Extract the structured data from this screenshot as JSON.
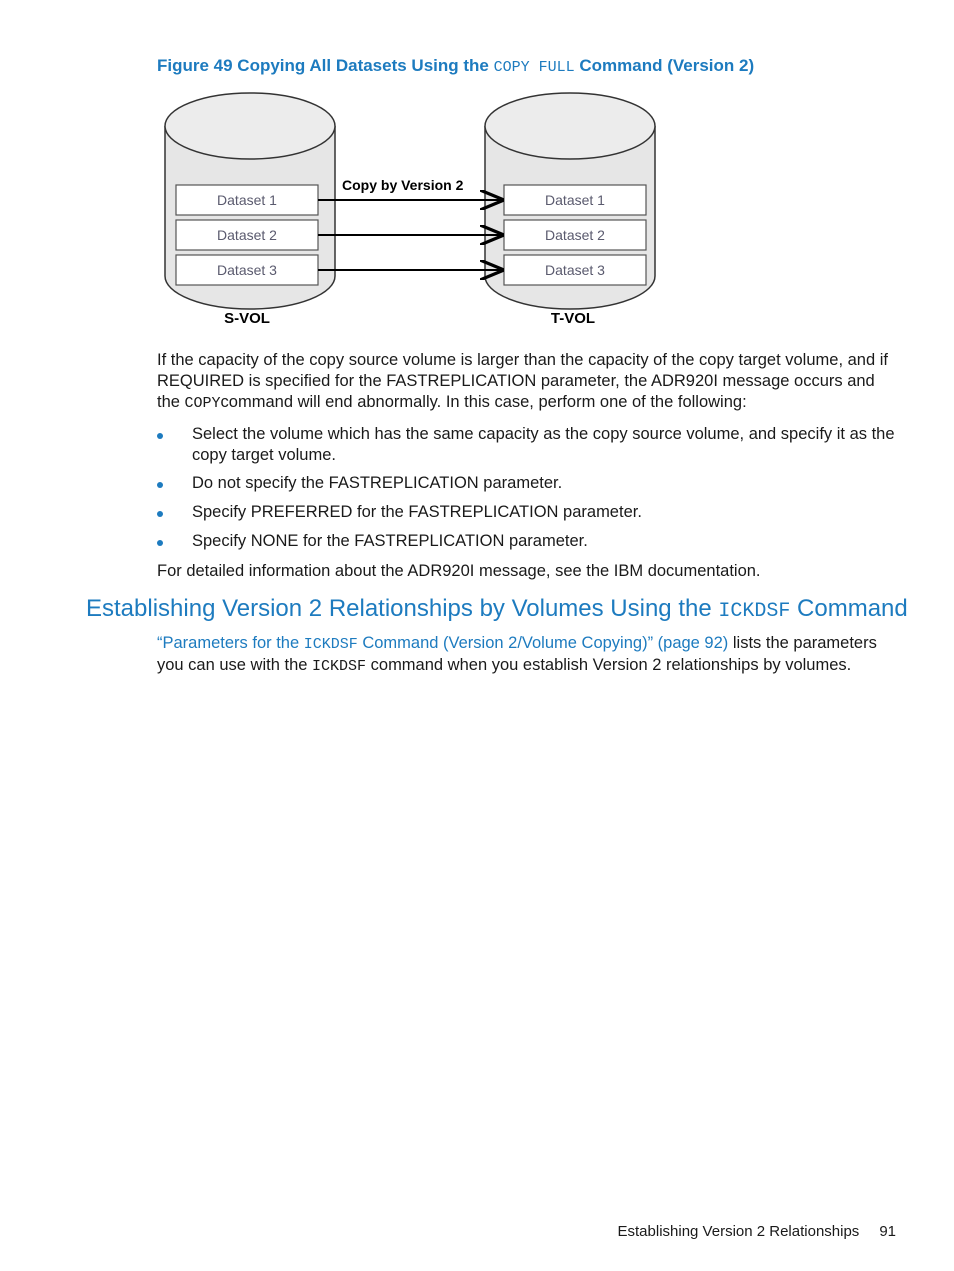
{
  "figure": {
    "label": "Figure 49 Copying All Datasets Using the",
    "command": "COPY FULL",
    "suffix": "Command (Version 2)",
    "diagram": {
      "arrow_label": "Copy by Version 2",
      "source_volume": "S-VOL",
      "target_volume": "T-VOL",
      "source_datasets": [
        "Dataset 1",
        "Dataset 2",
        "Dataset 3"
      ],
      "target_datasets": [
        "Dataset 1",
        "Dataset 2",
        "Dataset 3"
      ]
    }
  },
  "body": {
    "intro_part1": "If the capacity of the copy source volume is larger than the capacity of the copy target volume, and if REQUIRED is specified for the FASTREPLICATION parameter, the ADR920I message occurs and the",
    "intro_command": "COPY",
    "intro_part2": "command will end abnormally. In this case, perform one of the following:",
    "bullets": [
      "Select the volume which has the same capacity as the copy source volume, and specify it as the copy target volume.",
      "Do not specify the FASTREPLICATION parameter.",
      "Specify PREFERRED for the FASTREPLICATION parameter.",
      "Specify NONE for the FASTREPLICATION parameter."
    ],
    "detail": "For detailed information about the ADR920I message, see the IBM documentation."
  },
  "section": {
    "heading_part1": "Establishing Version 2 Relationships by Volumes Using the",
    "heading_command": "ICKDSF",
    "heading_part2": "Command",
    "xref_part1": "“Parameters for the",
    "xref_command": "ICKDSF",
    "xref_part2": "Command (Version 2/Volume Copying)” (page 92)",
    "text_part1": "lists the parameters you can use with the",
    "text_command": "ICKDSF",
    "text_part2": "command when you establish Version 2 relationships by volumes."
  },
  "footer": {
    "title": "Establishing Version 2 Relationships",
    "page_number": "91"
  },
  "colors": {
    "accent": "#1d7bbf",
    "cylinder_fill": "#e6e6e6",
    "dataset_text": "#5a5a6e"
  }
}
